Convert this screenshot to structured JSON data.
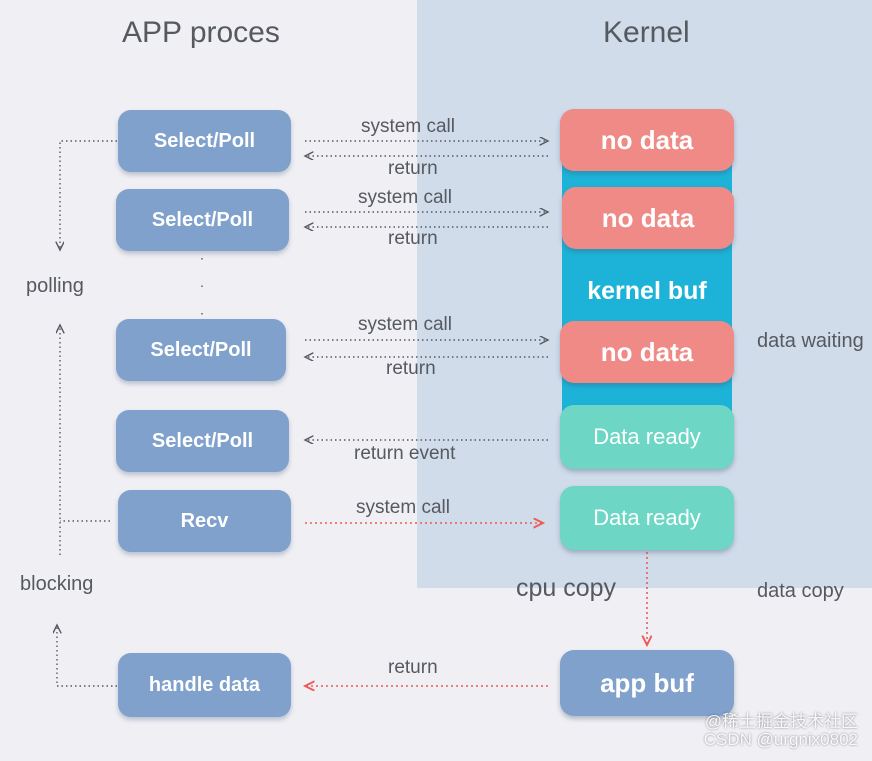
{
  "titles": {
    "app": "APP proces",
    "kernel": "Kernel"
  },
  "app_boxes": [
    "Select/Poll",
    "Select/Poll",
    "Select/Poll",
    "Select/Poll",
    "Recv",
    "handle data"
  ],
  "kernel": {
    "no_data": "no data",
    "kernel_buf": "kernel buf",
    "data_ready": "Data ready",
    "app_buf": "app buf"
  },
  "arrows": {
    "system_call": "system call",
    "return": "return",
    "return_event": "return event",
    "cpu_copy": "cpu copy"
  },
  "side": {
    "polling": "polling",
    "blocking": "blocking",
    "data_waiting": "data waiting",
    "data_copy": "data copy"
  },
  "watermark": {
    "line1": "@稀土掘金技术社区",
    "line2": "CSDN @urgnix0802"
  },
  "colors": {
    "no_data": "#ef8a86",
    "data_ready": "#6dd6c4",
    "kernel_buf": "#1db3d8",
    "app_box": "#7fa1cc",
    "copy_arrow": "#ee5a55"
  }
}
